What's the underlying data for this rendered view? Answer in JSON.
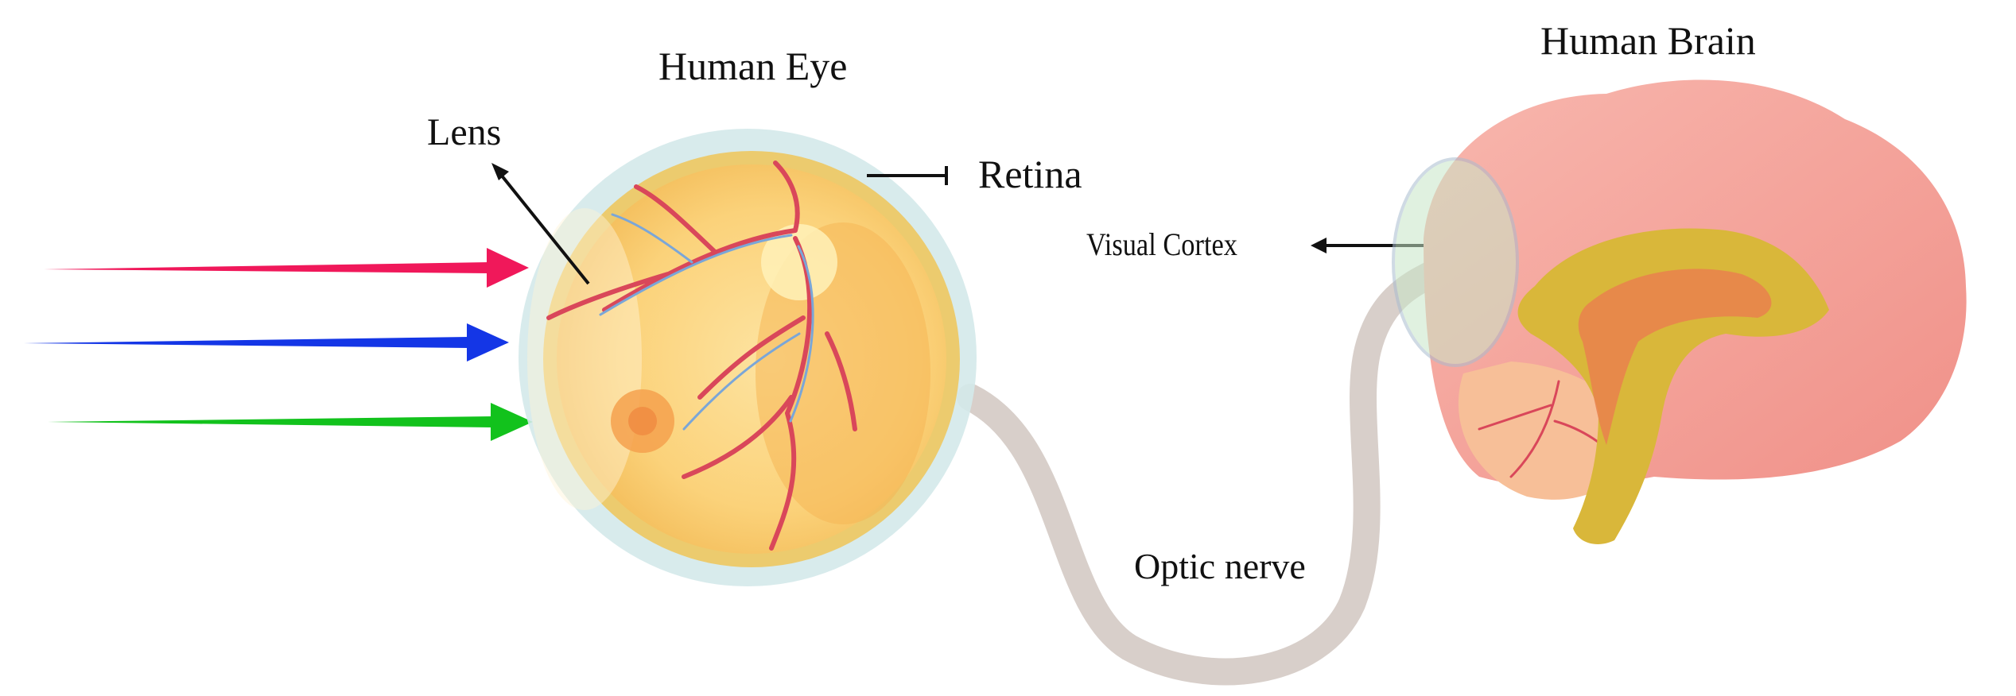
{
  "labels": {
    "human_eye": "Human Eye",
    "human_brain": "Human Brain",
    "lens": "Lens",
    "retina": "Retina",
    "visual_cortex": "Visual Cortex",
    "optic_nerve": "Optic nerve"
  },
  "colors": {
    "ray_red": "#f0185a",
    "ray_blue": "#1436e6",
    "ray_green": "#12c21c",
    "eye_fill": "#fbd27a",
    "eye_rim": "#cfe5e6",
    "vessel": "#d9475a",
    "vessel_blue": "#7aa6d8",
    "nerve": "#d8cfca",
    "brain_pink": "#f5a19a",
    "brain_core": "#d9b73a",
    "cortex_overlay": "#c8e6c8"
  },
  "icons": [
    "eye-illustration",
    "brain-illustration",
    "light-ray-arrow",
    "pointer-arrow"
  ]
}
